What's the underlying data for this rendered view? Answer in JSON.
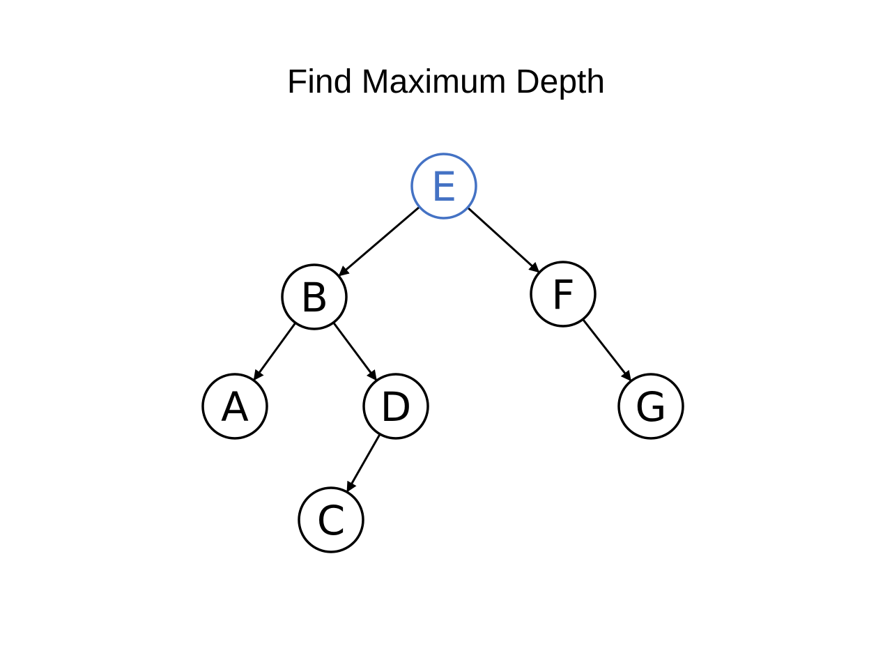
{
  "title": "Find Maximum Depth",
  "colors": {
    "highlight": "#4472C4",
    "default": "#000000",
    "background": "#ffffff"
  },
  "tree": {
    "nodes": [
      {
        "id": "E",
        "label": "E",
        "highlighted": true
      },
      {
        "id": "B",
        "label": "B",
        "highlighted": false
      },
      {
        "id": "F",
        "label": "F",
        "highlighted": false
      },
      {
        "id": "A",
        "label": "A",
        "highlighted": false
      },
      {
        "id": "D",
        "label": "D",
        "highlighted": false
      },
      {
        "id": "G",
        "label": "G",
        "highlighted": false
      },
      {
        "id": "C",
        "label": "C",
        "highlighted": false
      }
    ],
    "edges": [
      {
        "from": "E",
        "to": "B"
      },
      {
        "from": "E",
        "to": "F"
      },
      {
        "from": "B",
        "to": "A"
      },
      {
        "from": "B",
        "to": "D"
      },
      {
        "from": "F",
        "to": "G"
      },
      {
        "from": "D",
        "to": "C"
      }
    ]
  }
}
